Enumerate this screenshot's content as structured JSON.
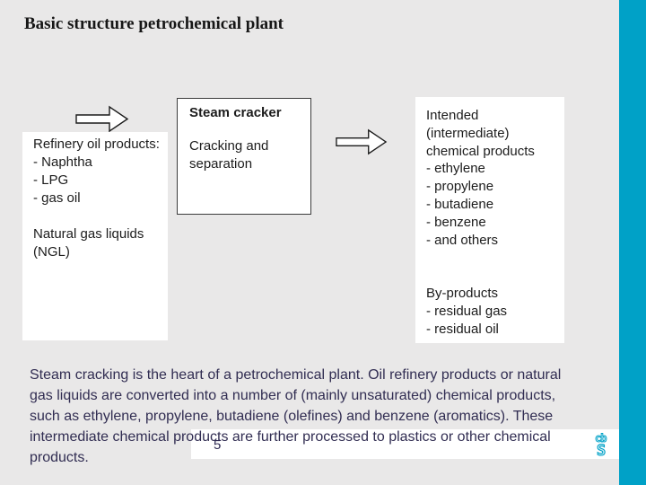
{
  "slide": {
    "title": "Basic structure petrochemical plant",
    "page_number": "5"
  },
  "diagram": {
    "input_box": {
      "lines": [
        "Refinery oil products:",
        "- Naphtha",
        "- LPG",
        "- gas oil",
        "",
        "Natural gas liquids",
        "(NGL)"
      ]
    },
    "process_box": {
      "title": "Steam cracker",
      "body": "Cracking and separation"
    },
    "output_box": {
      "lines": [
        "Intended",
        "(intermediate)",
        "chemical products",
        "- ethylene",
        "- propylene",
        "- butadiene",
        "- benzene",
        "- and others",
        "",
        "",
        "By-products",
        "- residual gas",
        "- residual oil"
      ]
    }
  },
  "paragraph": {
    "lines": [
      "Steam cracking is the heart of a petrochemical plant. Oil refinery products or natural",
      "gas liquids are converted into a number of (mainly unsaturated) chemical products,",
      "such as ethylene, propylene, butadiene (olefines) and benzene (aromatics). These",
      "intermediate chemical products are further processed to plastics or other chemical",
      "products."
    ]
  },
  "logo": {
    "top": "cb",
    "bottom": "S"
  },
  "colors": {
    "accent_teal": "#00a1c7",
    "background_gray": "#e9e8e8",
    "paragraph_text": "#312d52",
    "box_white": "#ffffff"
  }
}
